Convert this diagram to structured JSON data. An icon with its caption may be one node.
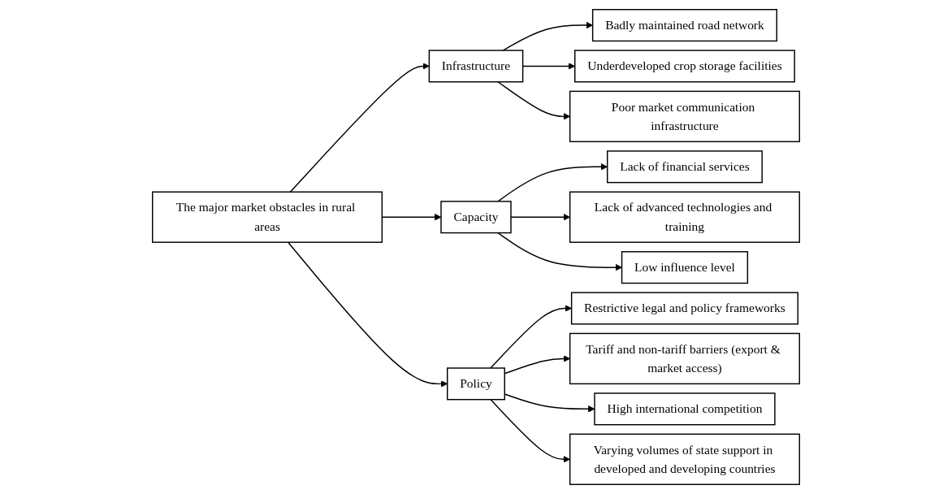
{
  "diagram": {
    "nodes": [
      {
        "text": [
          "The major market obstacles in rural areas"
        ]
      },
      {
        "text": [
          "Infrastructure"
        ]
      },
      {
        "text": [
          "Capacity"
        ]
      },
      {
        "text": [
          "Badly maintained road network"
        ]
      },
      {
        "text": [
          "Underdeveloped crop storage facilities"
        ]
      },
      {
        "text": [
          "Poor market communication infrastructure"
        ]
      },
      {
        "text": [
          "Lack of financial services"
        ]
      },
      {
        "text": [
          "Lack of advanced technologies and training"
        ]
      },
      {
        "text": [
          "Low influence level"
        ]
      },
      {
        "text": [
          "Policy"
        ]
      },
      {
        "text": [
          "Restrictive legal and policy frameworks"
        ]
      },
      {
        "text": [
          "Tariff and non-tariff barriers (export & market access)"
        ]
      },
      {
        "text": [
          "High international competition"
        ]
      },
      {
        "text": [
          "Varying volumes of state support in developed and developing countries"
        ]
      }
    ],
    "edges": [
      {
        "from": 0,
        "to": 1,
        "arrow": "to"
      },
      {
        "from": 0,
        "to": 2,
        "arrow": "to"
      },
      {
        "from": 0,
        "to": 9,
        "arrow": "to"
      },
      {
        "from": 1,
        "to": 3,
        "arrow": "to"
      },
      {
        "from": 1,
        "to": 4,
        "arrow": "to"
      },
      {
        "from": 1,
        "to": 5,
        "arrow": "to"
      },
      {
        "from": 2,
        "to": 6,
        "arrow": "to"
      },
      {
        "from": 2,
        "to": 7,
        "arrow": "to"
      },
      {
        "from": 2,
        "to": 8,
        "arrow": "to"
      },
      {
        "from": 9,
        "to": 10,
        "arrow": "to"
      },
      {
        "from": 9,
        "to": 11,
        "arrow": "to"
      },
      {
        "from": 9,
        "to": 12,
        "arrow": "to"
      },
      {
        "from": 9,
        "to": 13,
        "arrow": "to"
      }
    ]
  }
}
